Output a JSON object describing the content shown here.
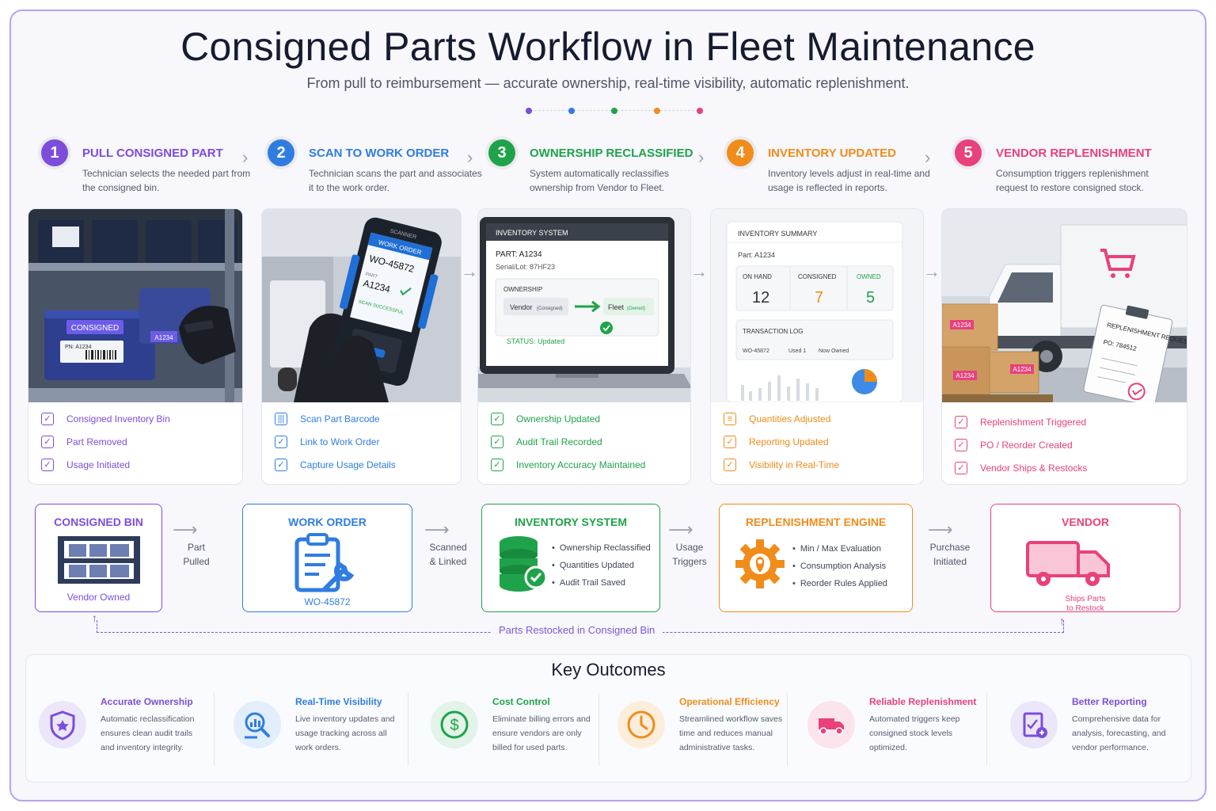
{
  "header": {
    "title": "Consigned Parts Workflow in Fleet Maintenance",
    "subtitle": "From pull to reimbursement — accurate ownership, real-time visibility, automatic replenishment.",
    "dot_colors": [
      "#7c4ddb",
      "#2f7de1",
      "#1fa34a",
      "#f08c1a",
      "#e8417c"
    ]
  },
  "steps": [
    {
      "num": "1",
      "title": "PULL CONSIGNED PART",
      "desc": "Technician selects the needed part from the consigned bin.",
      "color": "#7c4ddb",
      "checks": [
        "Consigned Inventory Bin",
        "Part Removed",
        "Usage Initiated"
      ]
    },
    {
      "num": "2",
      "title": "SCAN TO WORK ORDER",
      "desc": "Technician scans the part and associates it to the work order.",
      "color": "#2f7de1",
      "checks": [
        "Scan Part Barcode",
        "Link to Work Order",
        "Capture Usage Details"
      ]
    },
    {
      "num": "3",
      "title": "OWNERSHIP RECLASSIFIED",
      "desc": "System automatically reclassifies ownership from Vendor to Fleet.",
      "color": "#1fa34a",
      "checks": [
        "Ownership Updated",
        "Audit Trail Recorded",
        "Inventory Accuracy Maintained"
      ]
    },
    {
      "num": "4",
      "title": "INVENTORY UPDATED",
      "desc": "Inventory levels adjust in real-time and usage is reflected in reports.",
      "color": "#f08c1a",
      "checks": [
        "Quantities Adjusted",
        "Reporting Updated",
        "Visibility in Real-Time"
      ]
    },
    {
      "num": "5",
      "title": "VENDOR REPLENISHMENT",
      "desc": "Consumption triggers replenishment request to restore consigned stock.",
      "color": "#e8417c",
      "checks": [
        "Replenishment Triggered",
        "PO / Reorder Created",
        "Vendor Ships & Restocks"
      ]
    }
  ],
  "illustrations": {
    "bin": {
      "label": "CONSIGNED",
      "pn": "PN: A1234",
      "tag": "A1234"
    },
    "scanner": {
      "header": "WORK ORDER",
      "wo": "WO-45872",
      "part_label": "PART",
      "part": "A1234",
      "status": "SCAN SUCCESSFUL",
      "brand": "SCANNER"
    },
    "laptop": {
      "header": "INVENTORY SYSTEM",
      "part": "PART: A1234",
      "serial": "Serial/Lot: 87HF23",
      "ownership_label": "OWNERSHIP",
      "from": "Vendor",
      "from_sub": "(Consigned)",
      "to": "Fleet",
      "to_sub": "(Owned)",
      "status": "STATUS: Updated"
    },
    "summary": {
      "header": "INVENTORY SUMMARY",
      "part": "Part: A1234",
      "cols": [
        {
          "label": "ON HAND",
          "value": "12"
        },
        {
          "label": "CONSIGNED",
          "value": "7"
        },
        {
          "label": "OWNED",
          "value": "5"
        }
      ],
      "log_label": "TRANSACTION LOG",
      "log_row": [
        "WO-45872",
        "Used 1",
        "Now Owned"
      ]
    },
    "truck": {
      "box_label": "A1234",
      "clip_title": "REPLENISHMENT REQUEST",
      "clip_po": "PO: 784512"
    }
  },
  "flow": {
    "boxes": [
      {
        "title": "CONSIGNED BIN",
        "sub": "Vendor Owned",
        "color": "#7c4ddb"
      },
      {
        "title": "WORK ORDER",
        "sub": "WO-45872",
        "color": "#2f7de1"
      },
      {
        "title": "INVENTORY SYSTEM",
        "bullets": [
          "Ownership Reclassified",
          "Quantities Updated",
          "Audit Trail Saved"
        ],
        "color": "#1fa34a"
      },
      {
        "title": "REPLENISHMENT ENGINE",
        "bullets": [
          "Min / Max Evaluation",
          "Consumption Analysis",
          "Reorder Rules Applied"
        ],
        "color": "#f08c1a"
      },
      {
        "title": "VENDOR",
        "sub1": "Ships Parts",
        "sub2": "to Restock",
        "color": "#e8417c"
      }
    ],
    "connectors": [
      {
        "line1": "Part",
        "line2": "Pulled"
      },
      {
        "line1": "Scanned",
        "line2": "& Linked"
      },
      {
        "line1": "Usage",
        "line2": "Triggers"
      },
      {
        "line1": "Purchase",
        "line2": "Initiated"
      }
    ],
    "return_label": "Parts Restocked in Consigned Bin"
  },
  "outcomes": {
    "title": "Key Outcomes",
    "items": [
      {
        "title": "Accurate Ownership",
        "desc": "Automatic reclassification ensures clean audit trails and inventory integrity.",
        "color": "#7c4ddb",
        "bg": "#ece6fb",
        "icon": "shield-icon"
      },
      {
        "title": "Real-Time Visibility",
        "desc": "Live inventory updates and usage tracking across all work orders.",
        "color": "#2f7de1",
        "bg": "#e3eefc",
        "icon": "magnifier-chart-icon"
      },
      {
        "title": "Cost Control",
        "desc": "Eliminate billing errors and ensure vendors are only billed for used parts.",
        "color": "#1fa34a",
        "bg": "#e2f4e8",
        "icon": "dollar-icon"
      },
      {
        "title": "Operational Efficiency",
        "desc": "Streamlined workflow saves time and reduces manual administrative tasks.",
        "color": "#f08c1a",
        "bg": "#fdeedc",
        "icon": "clock-icon"
      },
      {
        "title": "Reliable Replenishment",
        "desc": "Automated triggers keep consigned stock levels optimized.",
        "color": "#e8417c",
        "bg": "#fce4ec",
        "icon": "truck-icon"
      },
      {
        "title": "Better Reporting",
        "desc": "Comprehensive data for analysis, forecasting, and vendor performance.",
        "color": "#7c4ddb",
        "bg": "#ece6fb",
        "icon": "report-icon"
      }
    ]
  }
}
